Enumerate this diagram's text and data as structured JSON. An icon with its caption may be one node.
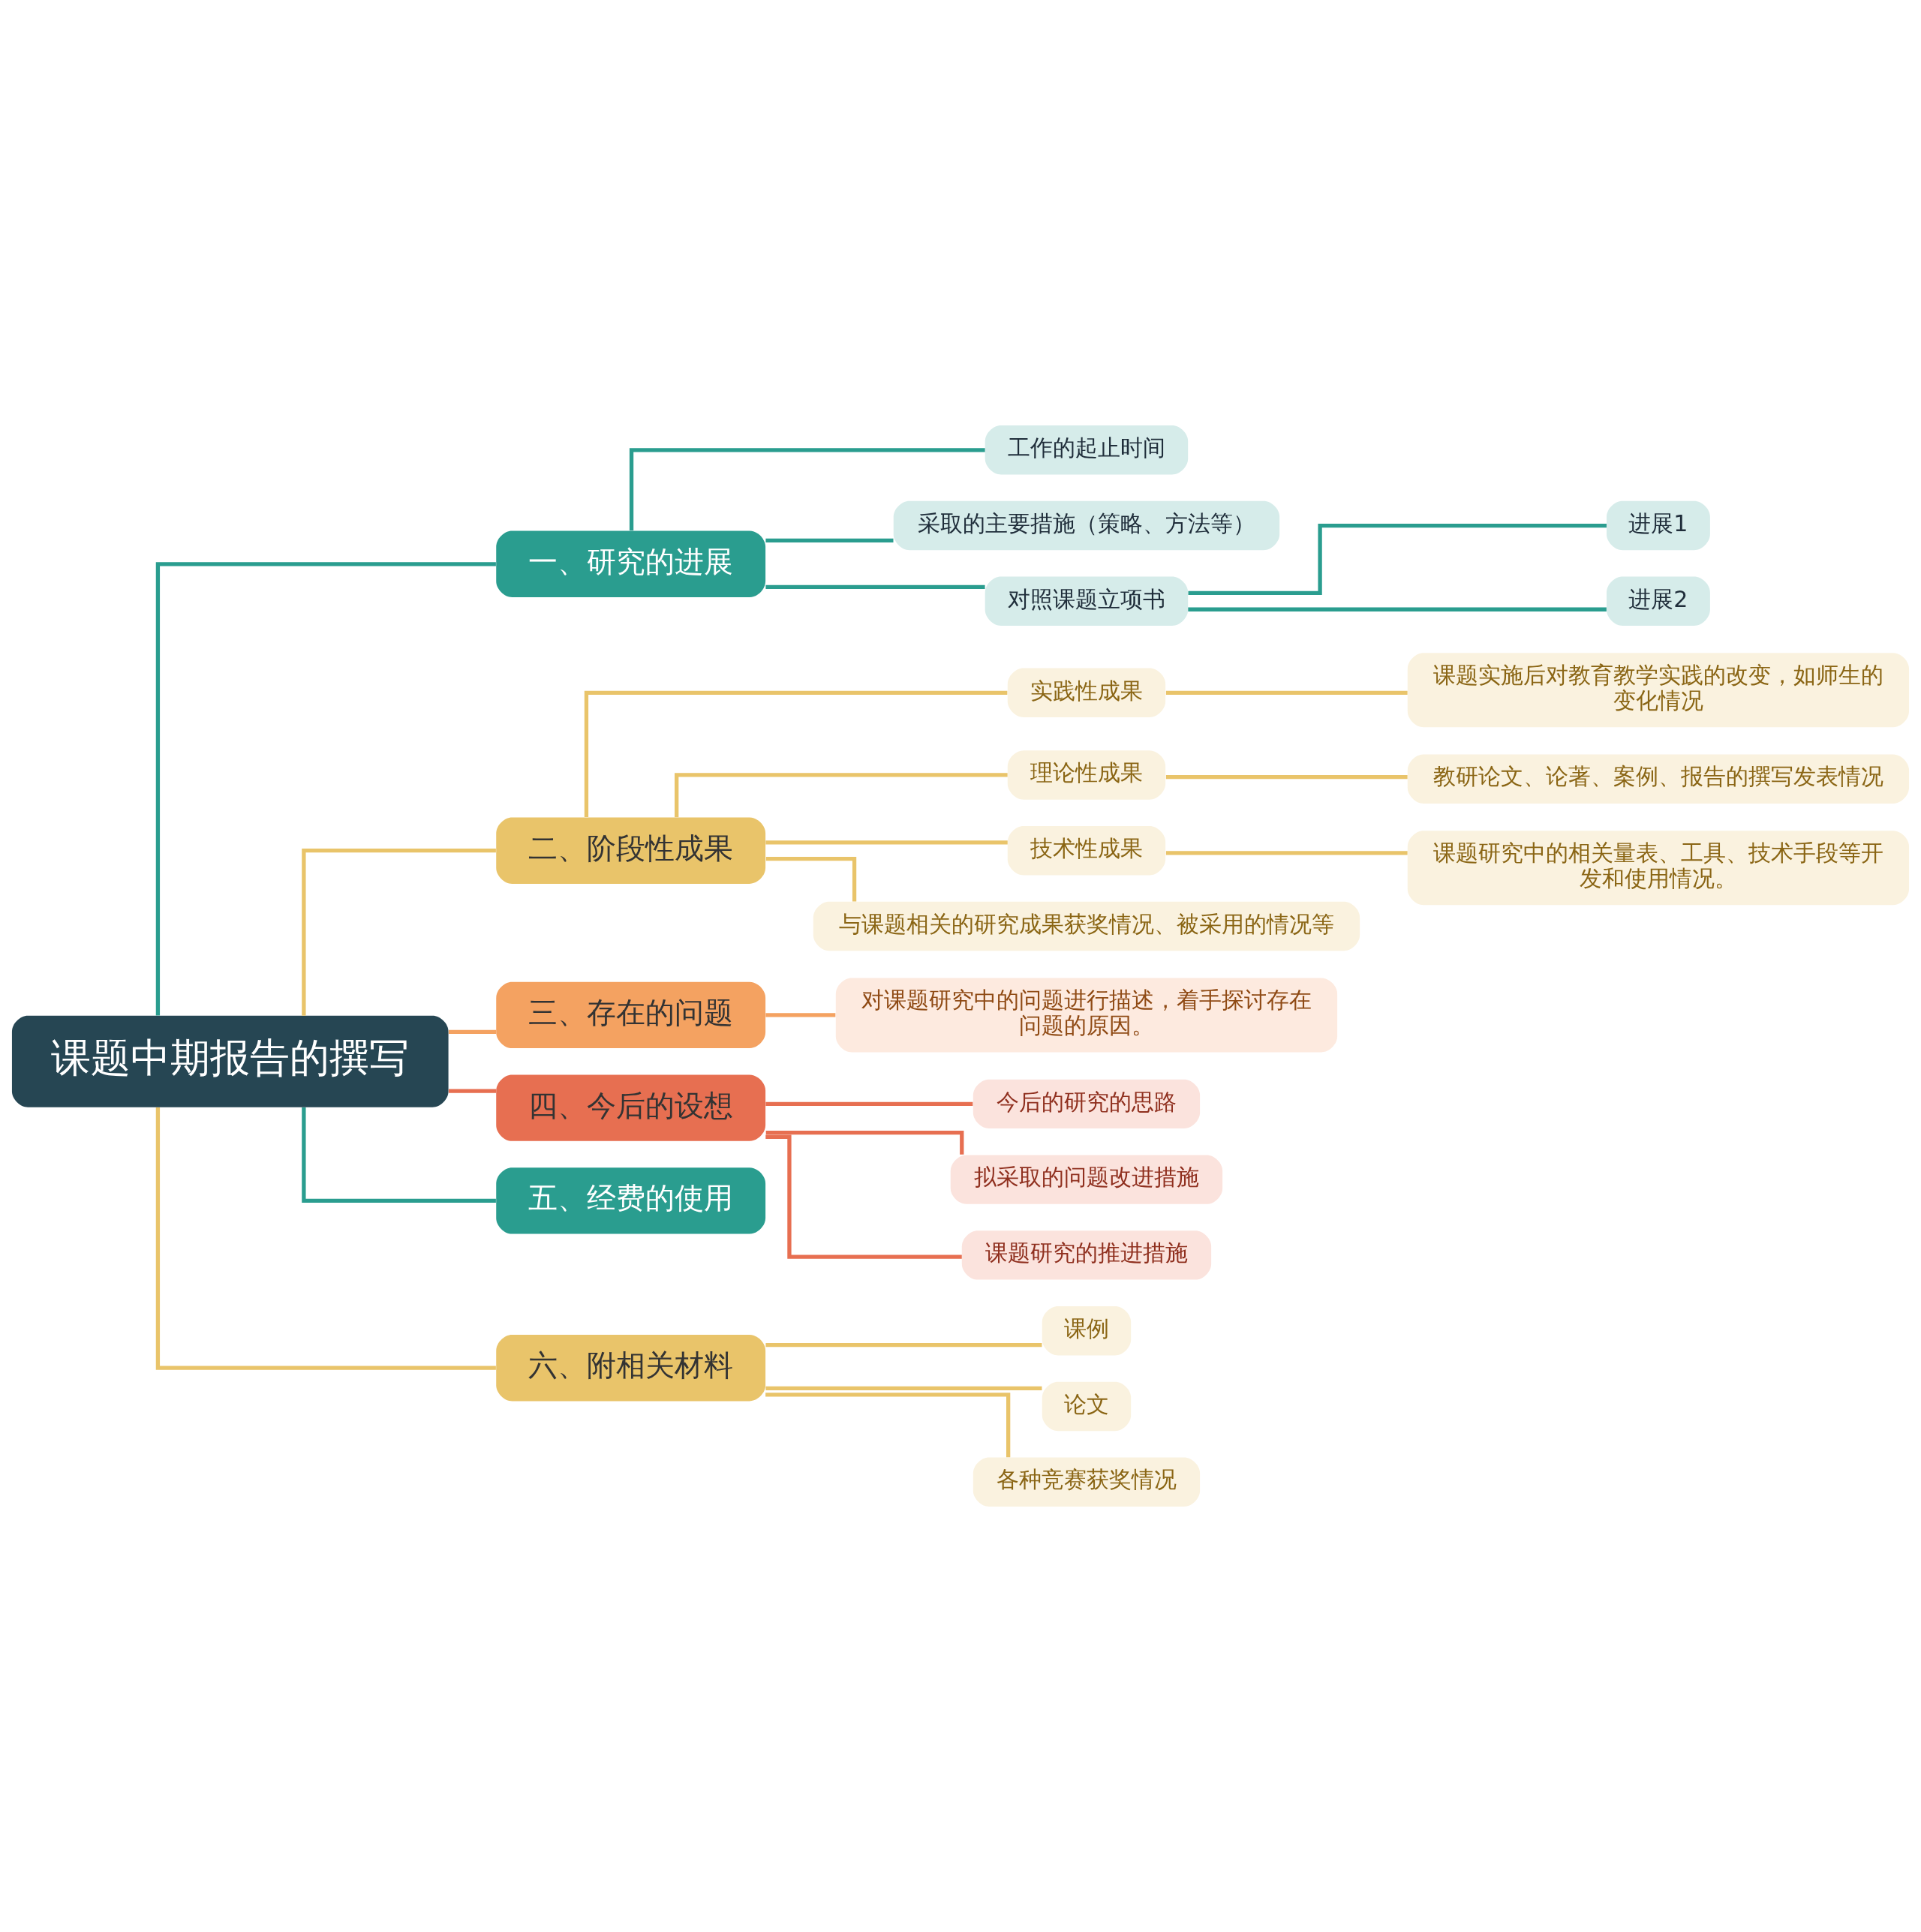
{
  "diagram": {
    "nodes": [
      {
        "text": [
          "课题中期报告的撰写"
        ]
      },
      {
        "text": [
          "一、研究的进展"
        ]
      },
      {
        "text": [
          "工作的起止时间"
        ]
      },
      {
        "text": [
          "采取的主要措施（策略、方法等）"
        ]
      },
      {
        "text": [
          "对照课题立项书"
        ]
      },
      {
        "text": [
          "进展1"
        ]
      },
      {
        "text": [
          "进展2"
        ]
      },
      {
        "text": [
          "二、阶段性成果"
        ]
      },
      {
        "text": [
          "实践性成果"
        ]
      },
      {
        "text": [
          "课题实施后对教育教学实践的改变，如师生的变化情况"
        ]
      },
      {
        "text": [
          "理论性成果"
        ]
      },
      {
        "text": [
          "教研论文、论著、案例、报告的撰写发表情况"
        ]
      },
      {
        "text": [
          "技术性成果"
        ]
      },
      {
        "text": [
          "课题研究中的相关量表、工具、技术手段等开发和使用情况。"
        ]
      },
      {
        "text": [
          "与课题相关的研究成果获奖情况、被采用的情况等"
        ]
      },
      {
        "text": [
          "三、存在的问题"
        ]
      },
      {
        "text": [
          "对课题研究中的问题进行描述，着手探讨存在问题的原因。"
        ]
      },
      {
        "text": [
          "四、今后的设想"
        ]
      },
      {
        "text": [
          "今后的研究的思路"
        ]
      },
      {
        "text": [
          "拟采取的问题改进措施"
        ]
      },
      {
        "text": [
          "课题研究的推进措施"
        ]
      },
      {
        "text": [
          "五、经费的使用"
        ]
      },
      {
        "text": [
          "六、附相关材料"
        ]
      },
      {
        "text": [
          "课例"
        ]
      },
      {
        "text": [
          "论文"
        ]
      },
      {
        "text": [
          "各种竞赛获奖情况"
        ]
      }
    ],
    "edges": [
      {
        "from": 0,
        "to": 1,
        "arrow": "none",
        "color": "#2a9d8f"
      },
      {
        "from": 1,
        "to": 2,
        "arrow": "none",
        "color": "#2a9d8f"
      },
      {
        "from": 1,
        "to": 3,
        "arrow": "none",
        "color": "#2a9d8f"
      },
      {
        "from": 1,
        "to": 4,
        "arrow": "none",
        "color": "#2a9d8f"
      },
      {
        "from": 4,
        "to": 5,
        "arrow": "none",
        "color": "#2a9d8f"
      },
      {
        "from": 4,
        "to": 6,
        "arrow": "none",
        "color": "#2a9d8f"
      },
      {
        "from": 0,
        "to": 7,
        "arrow": "none"
      },
      {
        "from": 7,
        "to": 8,
        "arrow": "none"
      },
      {
        "from": 8,
        "to": 9,
        "arrow": "none"
      },
      {
        "from": 7,
        "to": 10,
        "arrow": "none"
      },
      {
        "from": 10,
        "to": 11,
        "arrow": "none"
      },
      {
        "from": 7,
        "to": 12,
        "arrow": "none"
      },
      {
        "from": 12,
        "to": 13,
        "arrow": "none"
      },
      {
        "from": 7,
        "to": 14,
        "arrow": "none"
      },
      {
        "from": 0,
        "to": 15,
        "arrow": "none",
        "color": "#f4a261"
      },
      {
        "from": 15,
        "to": 16,
        "arrow": "none",
        "color": "#f4a261"
      },
      {
        "from": 0,
        "to": 17,
        "arrow": "none",
        "color": "#e76f51"
      },
      {
        "from": 17,
        "to": 18,
        "arrow": "none",
        "color": "#e76f51"
      },
      {
        "from": 17,
        "to": 19,
        "arrow": "none",
        "color": "#e76f51"
      },
      {
        "from": 17,
        "to": 20,
        "arrow": "none",
        "color": "#e76f51"
      },
      {
        "from": 0,
        "to": 21,
        "arrow": "none",
        "color": "#2a9d8f"
      },
      {
        "from": 0,
        "to": 22,
        "arrow": "none"
      },
      {
        "from": 22,
        "to": 23,
        "arrow": "none"
      },
      {
        "from": 22,
        "to": 24,
        "arrow": "none"
      },
      {
        "from": 22,
        "to": 25,
        "arrow": "none"
      }
    ]
  }
}
